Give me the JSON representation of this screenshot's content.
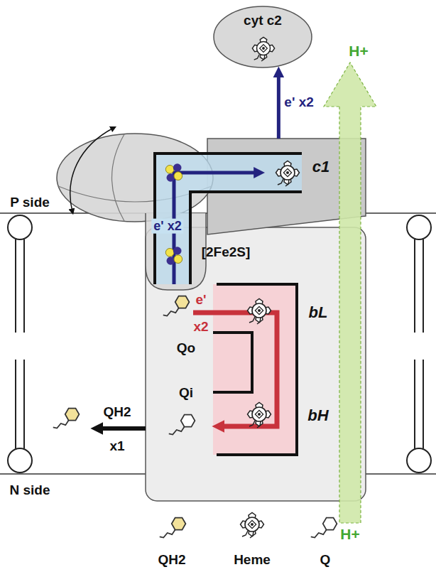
{
  "diagram": {
    "nodes": [
      {
        "text": [
          "cyt c2"
        ]
      },
      {
        "text": [
          "c1"
        ]
      }
    ],
    "edges": [
      {
        "from": 1,
        "to": 0,
        "arrow": "to",
        "label": "e' x2"
      }
    ],
    "labels": [
      "P side",
      "[2Fe2S]",
      "e' x2",
      "e'",
      "x2",
      "Qo",
      "Qi",
      "bL",
      "bH",
      "QH2",
      "x1",
      "H+",
      "H+",
      "N side"
    ],
    "legend": [
      {
        "text": "QH2"
      },
      {
        "text": "Heme"
      },
      {
        "text": "Q"
      }
    ]
  }
}
